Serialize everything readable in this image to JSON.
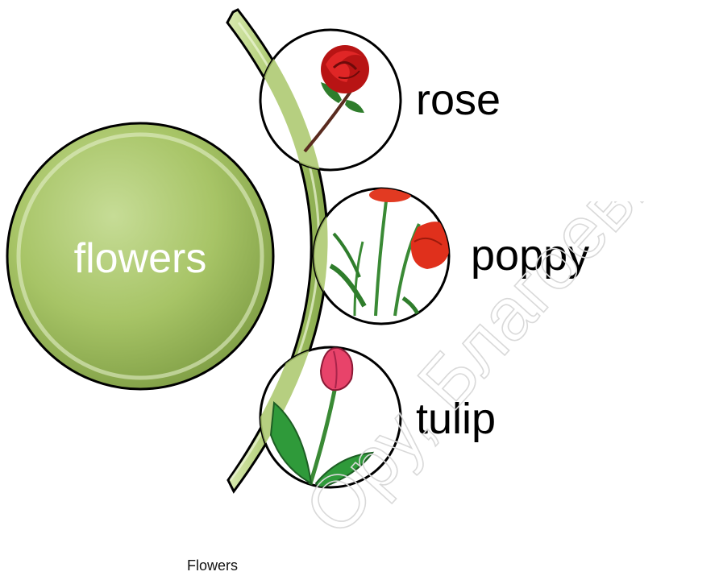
{
  "diagram": {
    "center": {
      "label": "flowers"
    },
    "items": [
      {
        "label": "rose",
        "icon": "rose-icon"
      },
      {
        "label": "poppy",
        "icon": "poppy-icon"
      },
      {
        "label": "tulip",
        "icon": "tulip-icon"
      }
    ]
  },
  "caption": "Flowers",
  "watermark": "Ору, Благоевград",
  "colors": {
    "node_fill": "#9bbb59",
    "arc_fill": "#b2cf78",
    "outline": "#000000"
  }
}
